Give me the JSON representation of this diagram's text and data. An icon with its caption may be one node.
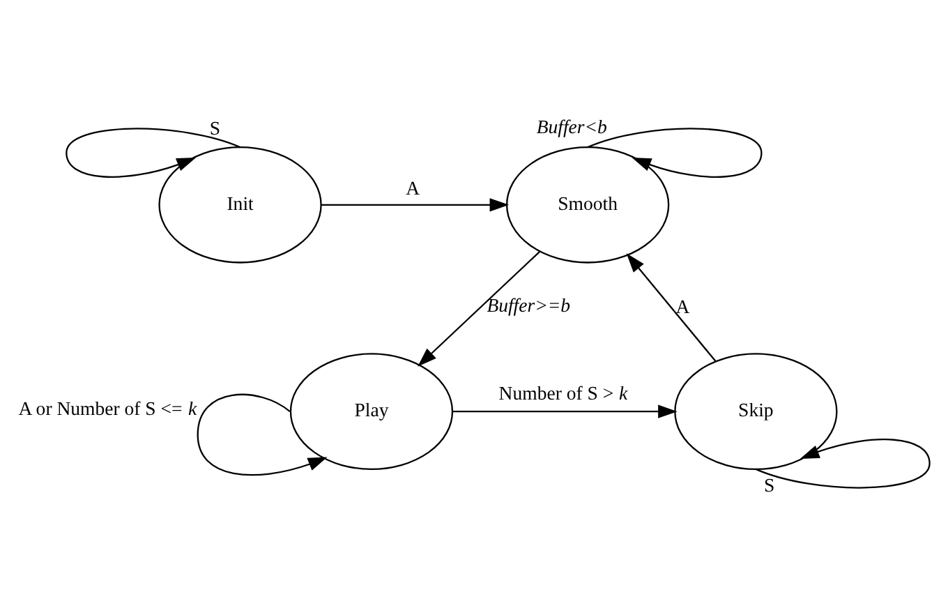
{
  "diagram": {
    "nodes": [
      {
        "text": [
          "Init"
        ]
      },
      {
        "text": [
          "Smooth"
        ]
      },
      {
        "text": [
          "Play"
        ]
      },
      {
        "text": [
          "Skip"
        ]
      }
    ],
    "edges": [
      {
        "from": 0,
        "to": 0,
        "arrow": "to",
        "label": "S"
      },
      {
        "from": 0,
        "to": 1,
        "arrow": "to",
        "label": "A"
      },
      {
        "from": 1,
        "to": 1,
        "arrow": "to",
        "label": "Buffer<b"
      },
      {
        "from": 1,
        "to": 2,
        "arrow": "to",
        "label": "Buffer>=b"
      },
      {
        "from": 2,
        "to": 2,
        "arrow": "to",
        "label": "A or Number of S <= *k*"
      },
      {
        "from": 2,
        "to": 3,
        "arrow": "to",
        "label": "Number of S > *k*"
      },
      {
        "from": 3,
        "to": 1,
        "arrow": "to",
        "label": "A"
      },
      {
        "from": 3,
        "to": 3,
        "arrow": "to",
        "label": "S"
      }
    ]
  }
}
